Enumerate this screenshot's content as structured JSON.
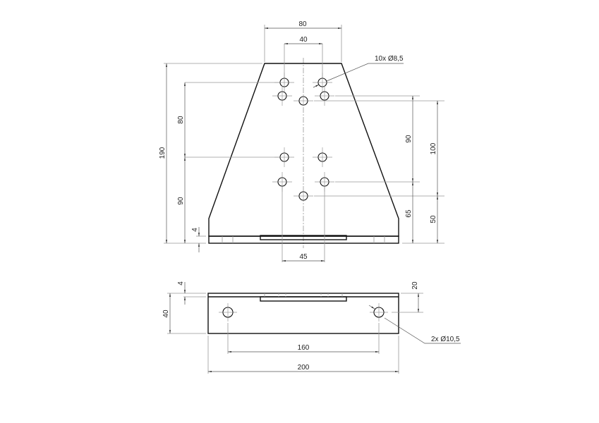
{
  "drawing": {
    "top_view": {
      "dims": {
        "top_width": "80",
        "hole_spacing_top": "40",
        "hole_callout": "10x Ø8,5",
        "overall_height": "190",
        "upper_spacing": "80",
        "lower_spacing": "90",
        "plate_thickness": "4",
        "right_upper": "90",
        "right_lower": "65",
        "far_right_upper": "100",
        "far_right_lower": "50",
        "bottom_spacing": "45"
      }
    },
    "side_view": {
      "dims": {
        "thickness": "4",
        "height": "40",
        "hole_offset": "20",
        "hole_spacing": "160",
        "overall_width": "200",
        "hole_callout": "2x Ø10,5"
      }
    }
  }
}
